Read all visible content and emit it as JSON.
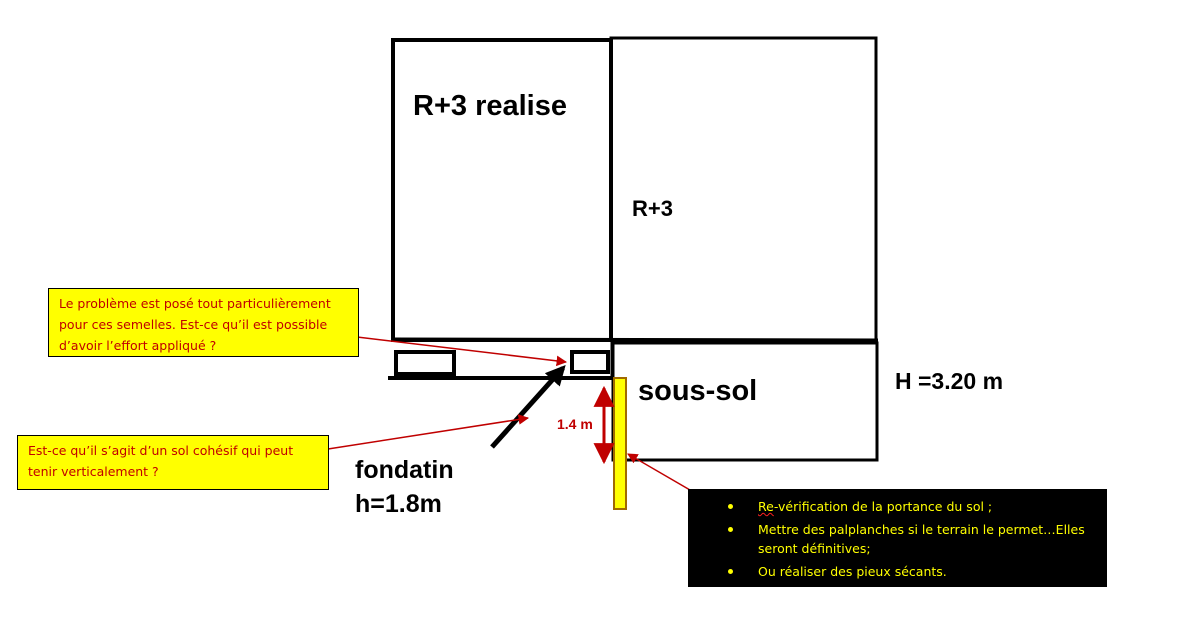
{
  "labels": {
    "realise": "R+3 realise",
    "r3": "R+3",
    "soussol": "sous-sol",
    "height": "H =3.20 m",
    "fondation_line1": "fondatin",
    "fondation_line2": "h=1.8m",
    "dim": "1.4 m"
  },
  "notes": {
    "semelles": "Le problème est posé tout particulièrement pour ces semelles. Est-ce qu’il est possible d’avoir l’effort appliqué ?",
    "sol": "Est-ce qu’il s’agit d’un sol cohésif qui peut tenir verticalement ?"
  },
  "recommendations": {
    "item1_prefix": "Re",
    "item1_rest": "-vérification de la portance du sol ;",
    "item2": "Mettre des palplanches si le terrain le permet…Elles seront définitives;",
    "item3": "Ou réaliser des pieux sécants."
  },
  "colors": {
    "line": "#000000",
    "arrow_red": "#c00000",
    "note_bg": "#ffff00",
    "note_text": "#c00000",
    "box_bg": "#000000",
    "box_text": "#ffff00"
  }
}
